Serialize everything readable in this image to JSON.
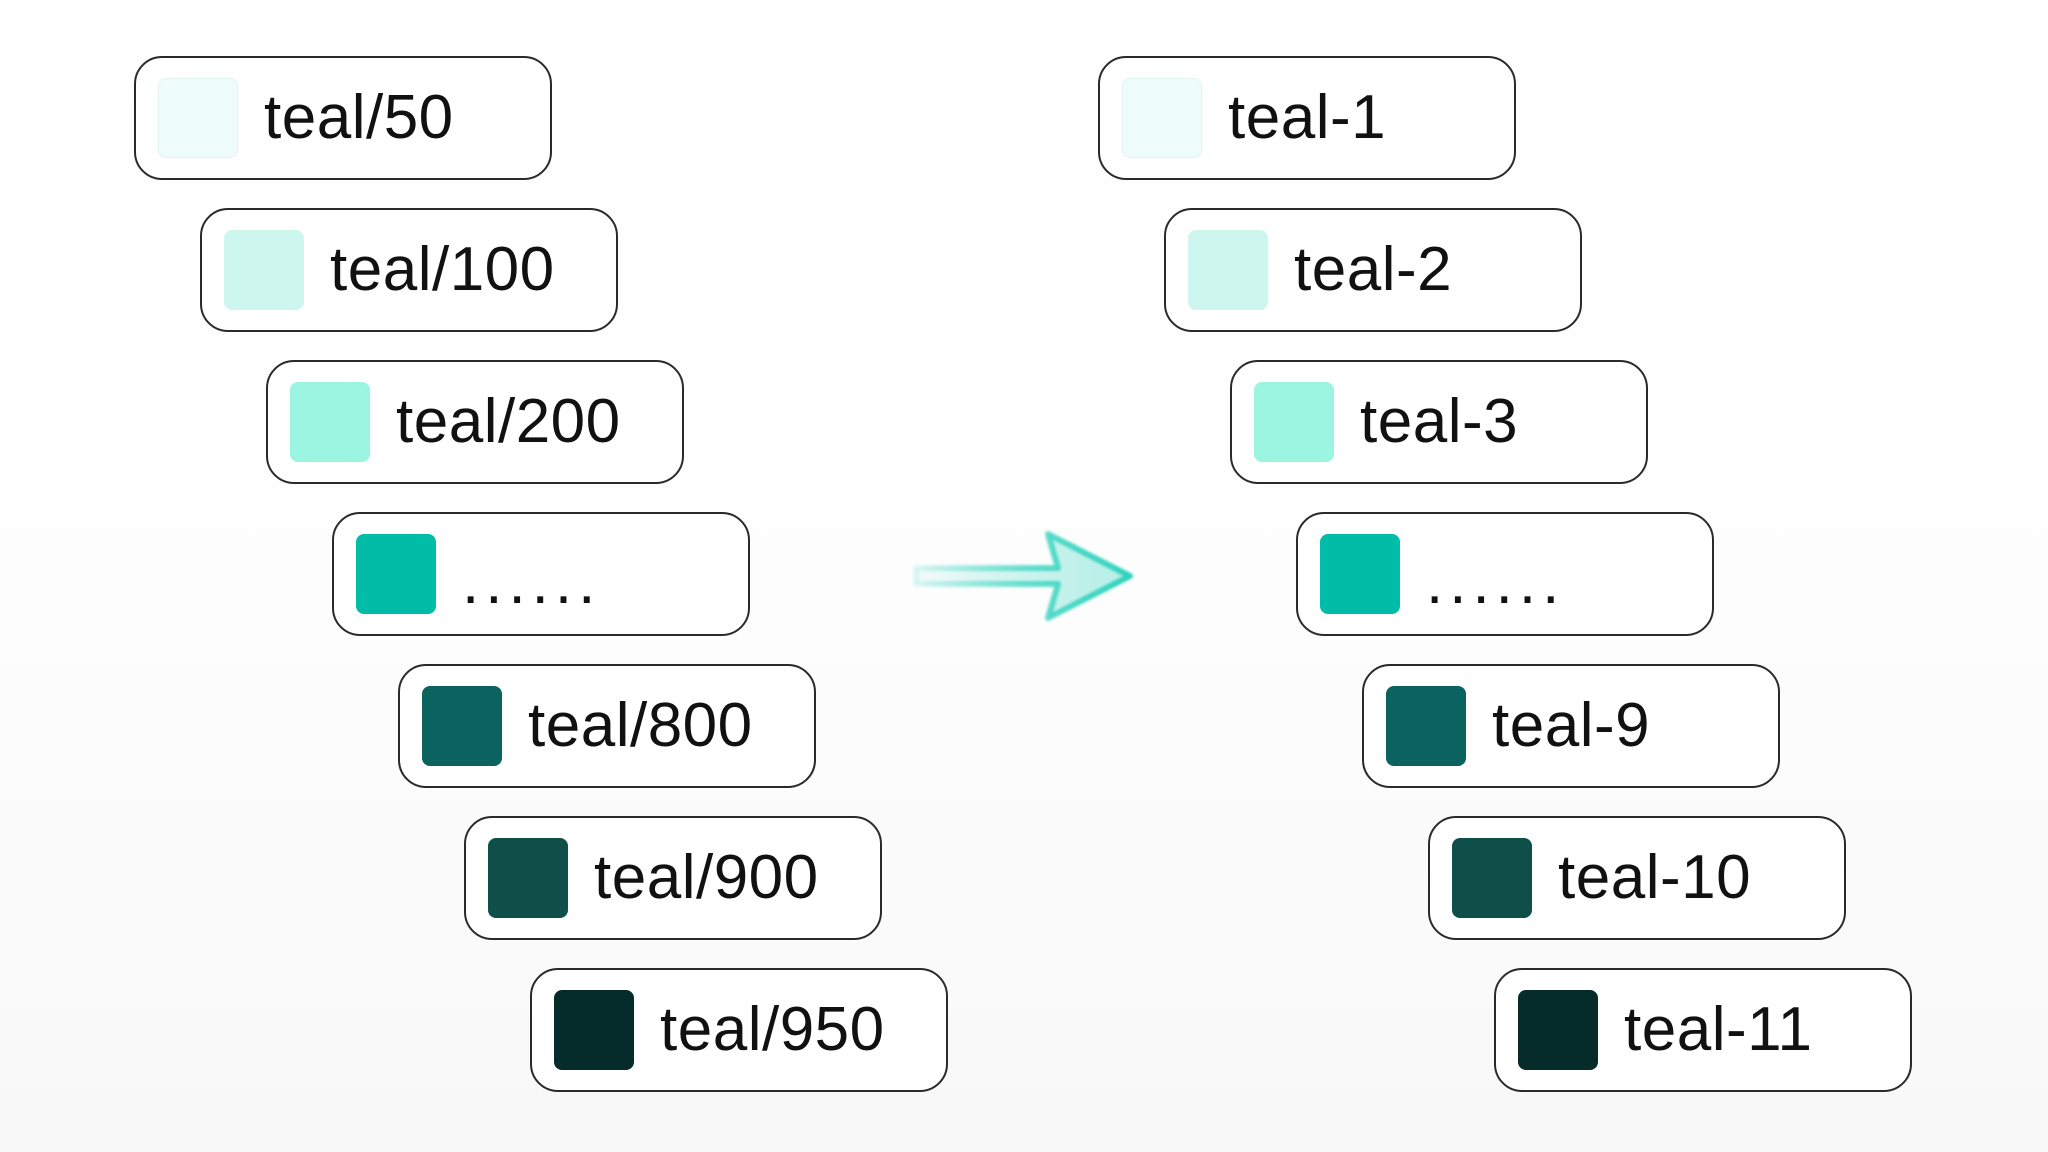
{
  "left_column": [
    {
      "label": "teal/50",
      "color": "#effdfa"
    },
    {
      "label": "teal/100",
      "color": "#cdf7ee"
    },
    {
      "label": "teal/200",
      "color": "#9bf5e0"
    },
    {
      "label": "......",
      "color": "#01bca6"
    },
    {
      "label": "teal/800",
      "color": "#0a635e"
    },
    {
      "label": "teal/900",
      "color": "#0f4f4a"
    },
    {
      "label": "teal/950",
      "color": "#062b2b"
    }
  ],
  "right_column": [
    {
      "label": "teal-1",
      "color": "#effdfa"
    },
    {
      "label": "teal-2",
      "color": "#cdf7ee"
    },
    {
      "label": "teal-3",
      "color": "#9bf5e0"
    },
    {
      "label": "......",
      "color": "#01bca6"
    },
    {
      "label": "teal-9",
      "color": "#0a635e"
    },
    {
      "label": "teal-10",
      "color": "#0f4f4a"
    },
    {
      "label": "teal-11",
      "color": "#062b2b"
    }
  ],
  "arrow": {
    "icon": "right-arrow-icon",
    "color": "#2fd3bd"
  }
}
